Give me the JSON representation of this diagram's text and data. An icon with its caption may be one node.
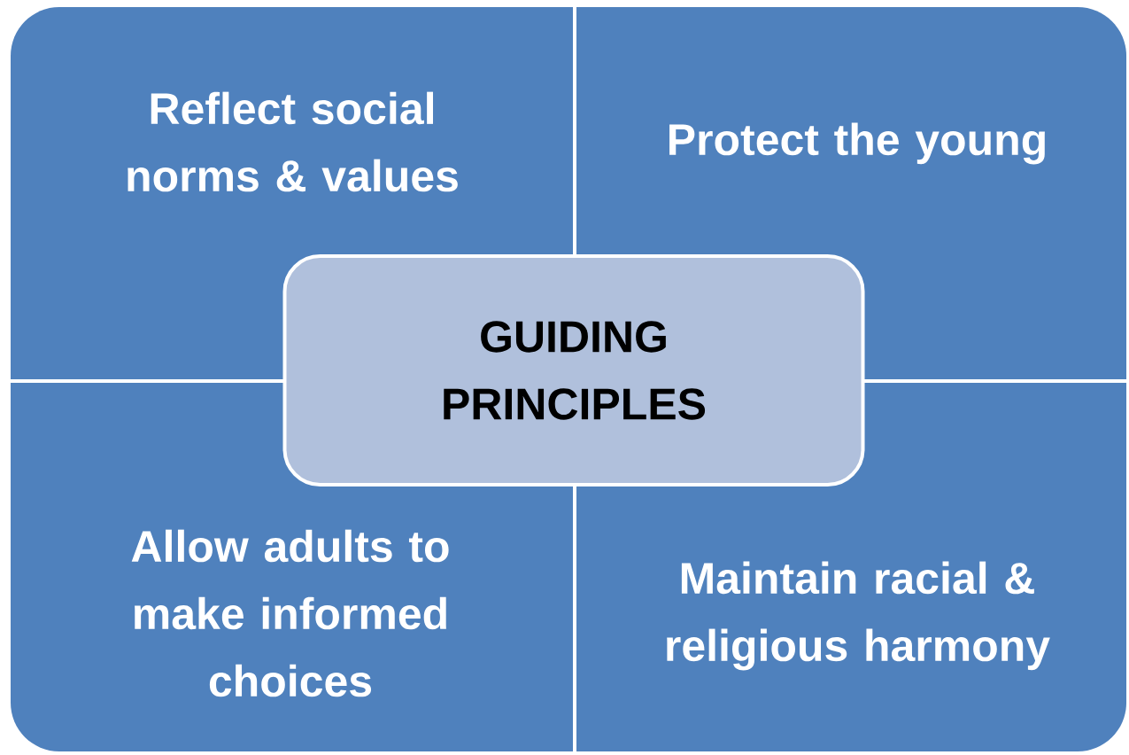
{
  "diagram": {
    "nodes": [
      {
        "text": [
          "Reflect social norms & values"
        ]
      },
      {
        "text": [
          "Protect the young"
        ]
      },
      {
        "text": [
          "GUIDING PRINCIPLES"
        ]
      },
      {
        "text": [
          "Allow adults to make informed choices"
        ]
      },
      {
        "text": [
          "Maintain racial & religious harmony"
        ]
      }
    ]
  }
}
